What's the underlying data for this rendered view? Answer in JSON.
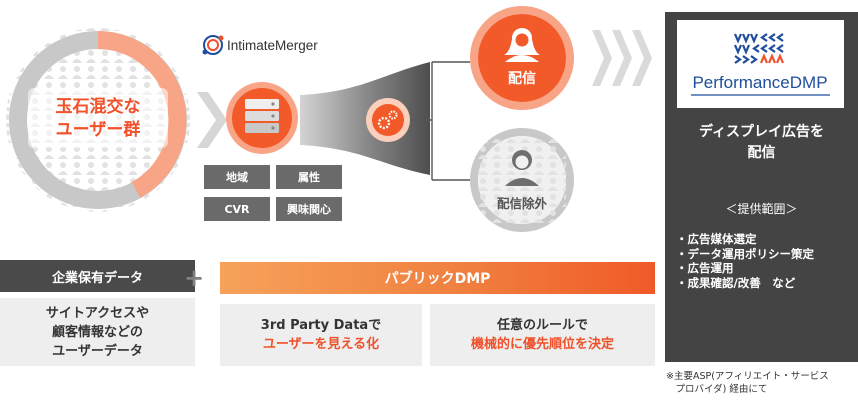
{
  "left_circle": {
    "line1": "玉石混交な",
    "line2": "ユーザー群"
  },
  "vendor_logo": {
    "name": "IntimateMerger"
  },
  "segment_tags": [
    "地域",
    "属性",
    "CVR",
    "興味関心"
  ],
  "delivery": {
    "label": "配信"
  },
  "exclusion": {
    "label": "配信除外"
  },
  "company_data": {
    "header": "企業保有データ",
    "line1": "サイトアクセスや",
    "line2": "顧客情報などの",
    "line3": "ユーザーデータ"
  },
  "plus_sign": "+",
  "public_dmp": {
    "header": "パブリックDMP",
    "box1_line1": "3rd Party Dataで",
    "box1_line2": "ユーザーを見える化",
    "box2_line1": "任意のルールで",
    "box2_line2": "機械的に優先順位を決定"
  },
  "performance_dmp": {
    "logo_text_a": "Performance",
    "logo_text_b": "DMP",
    "title_line1": "ディスプレイ広告を",
    "title_line2": "配信",
    "scope_header": "＜提供範囲＞",
    "scope_items": [
      "広告媒体選定",
      "データ運用ポリシー策定",
      "広告運用",
      "成果確認/改善　など"
    ]
  },
  "footnote": {
    "line1": "※主要ASP(アフィリエイト・サービス",
    "line2": "　プロバイダ) 経由にて"
  },
  "colors": {
    "orange": "#f0502a",
    "salmon": "#f8a486",
    "dark_panel": "#444444",
    "gray_ring": "#c4c4c4",
    "logo_blue": "#1f4e9c"
  }
}
